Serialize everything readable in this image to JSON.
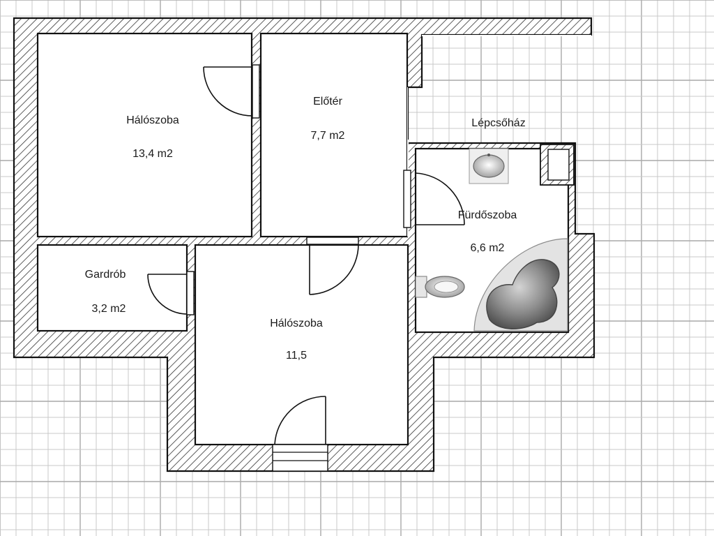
{
  "rooms": {
    "bedroom_1": {
      "name": "Hálószoba",
      "area": "13,4 m2"
    },
    "hallway": {
      "name": "Előtér",
      "area": "7,7 m2"
    },
    "stairwell": {
      "name": "Lépcsőház"
    },
    "bathroom": {
      "name": "Fürdőszoba",
      "area": "6,6 m2"
    },
    "wardrobe": {
      "name": "Gardrób",
      "area": "3,2 m2"
    },
    "bedroom_2": {
      "name": "Hálószoba",
      "area": "11,5"
    }
  },
  "colors": {
    "wall_stroke": "#111111",
    "grid": "#c9c9c9",
    "fixture": "#8a8a8a"
  }
}
